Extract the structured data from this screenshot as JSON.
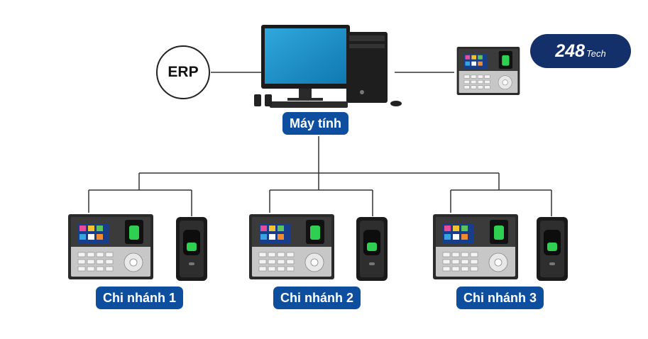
{
  "erp": {
    "label": "ERP"
  },
  "computer": {
    "label": "Máy tính"
  },
  "logo": {
    "text": "248",
    "sub": "Tech"
  },
  "branches": [
    {
      "label": "Chi nhánh 1"
    },
    {
      "label": "Chi nhánh 2"
    },
    {
      "label": "Chi nhánh 3"
    }
  ],
  "colors": {
    "pill": "#0d4f9e",
    "logo_bg": "#13306a",
    "line": "#333333"
  },
  "icons": [
    "computer-icon",
    "time-attendance-device-icon",
    "fingerprint-reader-icon"
  ]
}
